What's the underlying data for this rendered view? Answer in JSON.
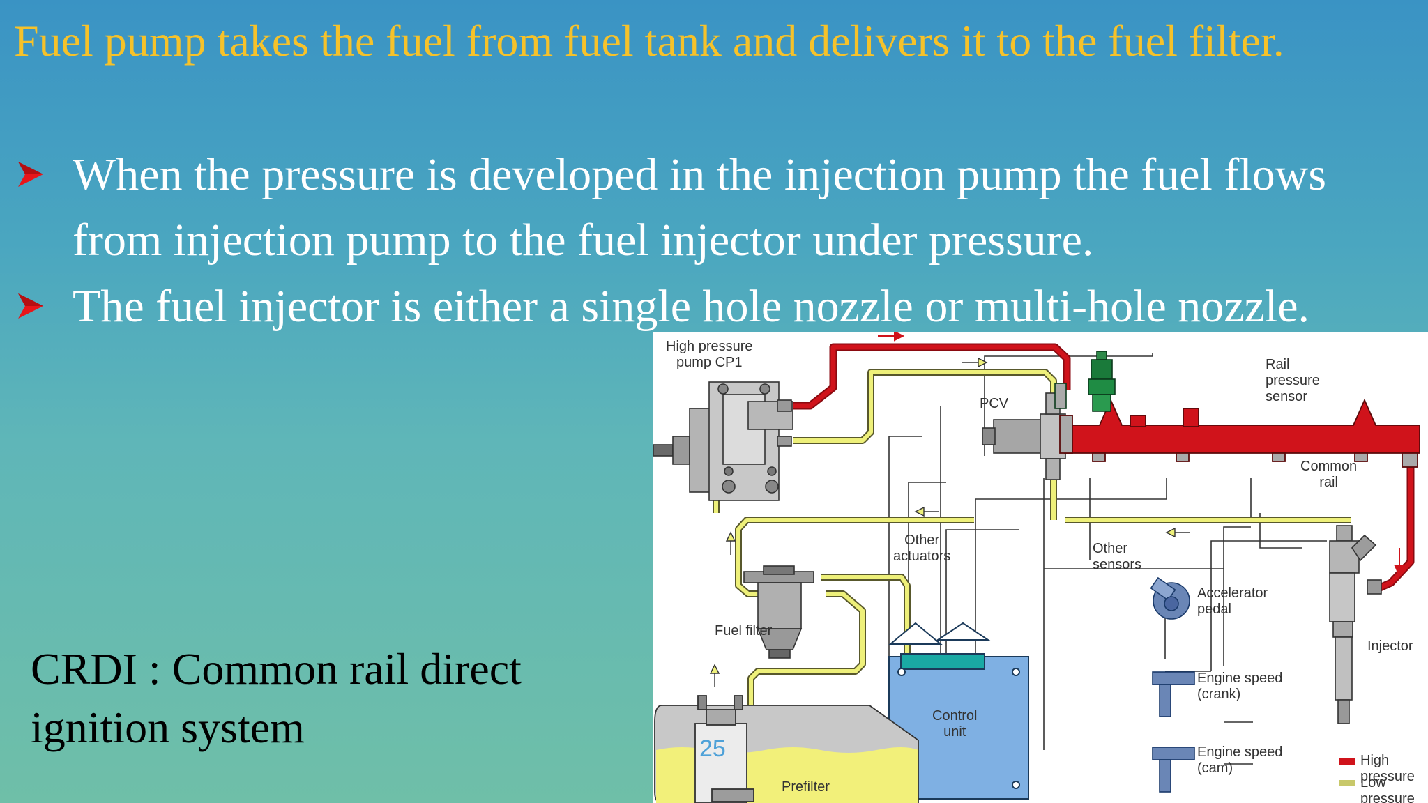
{
  "slide": {
    "title": "Fuel pump takes the fuel from fuel tank and delivers it to the fuel filter.",
    "bullets": [
      "When the pressure is developed in the injection pump the fuel flows from injection pump to the fuel injector under pressure.",
      "The fuel injector is either a single hole nozzle or multi-hole nozzle."
    ],
    "subtitle": "CRDI : Common rail direct ignition system",
    "page_number": "25",
    "colors": {
      "title": "#f6c22a",
      "bullet_text": "#ffffff",
      "bullet_arrow": "#e8161a",
      "high_pressure": "#d0131b",
      "low_pressure": "#eef07a"
    }
  },
  "diagram": {
    "labels": {
      "hp_pump": "High pressure\npump CP1",
      "pcv": "PCV",
      "rail_sensor": "Rail\npressure\nsensor",
      "common_rail": "Common\nrail",
      "other_actuators": "Other\nactuators",
      "other_sensors": "Other\nsensors",
      "accelerator": "Accelerator\npedal",
      "fuel_filter": "Fuel filter",
      "injector": "Injector",
      "crank": "Engine speed\n(crank)",
      "cam": "Engine speed\n(cam)",
      "control_unit": "Control\nunit",
      "prefilter": "Prefilter"
    },
    "legend": {
      "high": "High pressure",
      "low": "Low pressure"
    }
  }
}
